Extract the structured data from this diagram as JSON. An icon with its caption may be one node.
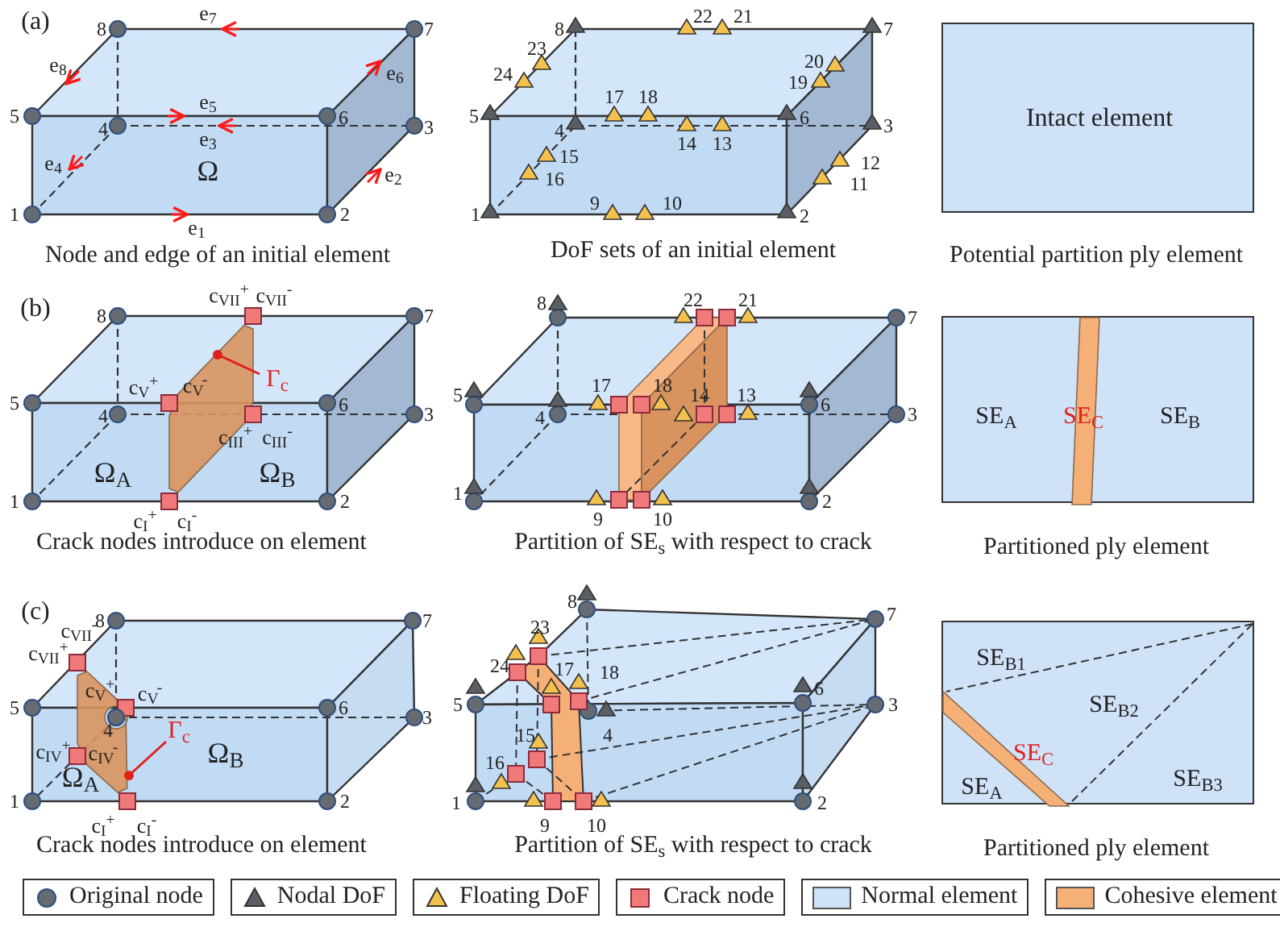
{
  "diagram": {
    "nodes": [
      {
        "text": [
          "Intact element"
        ]
      },
      {
        "text": [
          "c$_{V}$$^{-}$"
        ],
        "beside": [
          "c$_{VII}$$^{+}$",
          "c$_{VII}$$^{-}$",
          "c$_{V}$$^{+}$",
          "c$_{III}$$^{+}$",
          "c$_{III}$$^{-}$",
          "c$_{I}$$^{+}$",
          "c$_{I}$$^{-}$"
        ]
      },
      {
        "text": [
          "Γ$_{c}$"
        ]
      },
      {
        "text": [
          "SE$_{A}$",
          "SE$_{B}$"
        ]
      },
      {
        "text": [
          "SE$_{C}$"
        ],
        "in": 3
      },
      {
        "text": [
          "c$_{V}$$^{+}$",
          "c$_{IV}$$^{-}$"
        ],
        "beside": [
          "c$_{VII}$$^{-}$",
          "c$_{VII}$$^{+}$",
          "c$_{V}$$^{-}$",
          "c$_{IV}$$^{+}$",
          "c$_{I}$$^{+}$",
          "c$_{I}$$^{-}$"
        ]
      },
      {
        "text": [
          "Γ$_{c}$"
        ]
      },
      {
        "text": [
          "SE$_{B1}$",
          "SE$_{B2}$",
          "SE$_{A}$",
          "SE$_{B3}$"
        ]
      },
      {
        "text": [
          "SE$_{C}$"
        ],
        "in": 7
      }
    ],
    "edges": [
      {
        "from": 2,
        "to": 1,
        "arrow": "other"
      },
      {
        "from": 6,
        "to": 5,
        "arrow": "other"
      }
    ],
    "labels": [
      "(a)",
      "8",
      "e$_{7}$",
      "7",
      "e$_{8}$",
      "e$_{6}$",
      "5",
      "e$_{5}$",
      "6",
      "4",
      "e$_{3}$",
      "3",
      "e$_{4}$",
      "Ω",
      "e$_{2}$",
      "1",
      "2",
      "e$_{1}$",
      "8",
      "22",
      "21",
      "7",
      "23",
      "20",
      "24",
      "19",
      "5",
      "17",
      "18",
      "6",
      "4",
      "3",
      "14",
      "13",
      "15",
      "12",
      "16",
      "11",
      "1",
      "9",
      "10",
      "2",
      "Node and edge of an initial element",
      "DoF sets of an initial element",
      "Potential partition ply element",
      "(b)",
      "8",
      "7",
      "5",
      "6",
      "4",
      "3",
      "Ω$_{A}$",
      "Ω$_{B}$",
      "1",
      "2",
      "8",
      "22",
      "21",
      "7",
      "5",
      "17",
      "18",
      "14",
      "13",
      "6",
      "4",
      "3",
      "1",
      "9",
      "10",
      "2",
      "Crack nodes introduce on element",
      "Partition of SE$_{s}$ with respect to crack",
      "Partitioned ply element",
      "(c)",
      "8",
      "7",
      "5",
      "6",
      "3",
      "4",
      "Ω$_{B}$",
      "Ω$_{A}$",
      "1",
      "2",
      "8",
      "23",
      "24",
      "17",
      "18",
      "5",
      "6",
      "3",
      "7",
      "15",
      "4",
      "16",
      "1",
      "9",
      "10",
      "2",
      "Crack nodes introduce on element",
      "Partition of SE$_{s}$ with respect to crack",
      "Partitioned ply element"
    ],
    "legend": [
      {
        "text": "Original node"
      },
      {
        "text": "Nodal DoF"
      },
      {
        "text": "Floating DoF"
      },
      {
        "text": "Crack node"
      },
      {
        "text": "Normal element",
        "color": "#cfe2f8"
      },
      {
        "text": "Cohesive element",
        "color": "#f5b078"
      }
    ]
  }
}
